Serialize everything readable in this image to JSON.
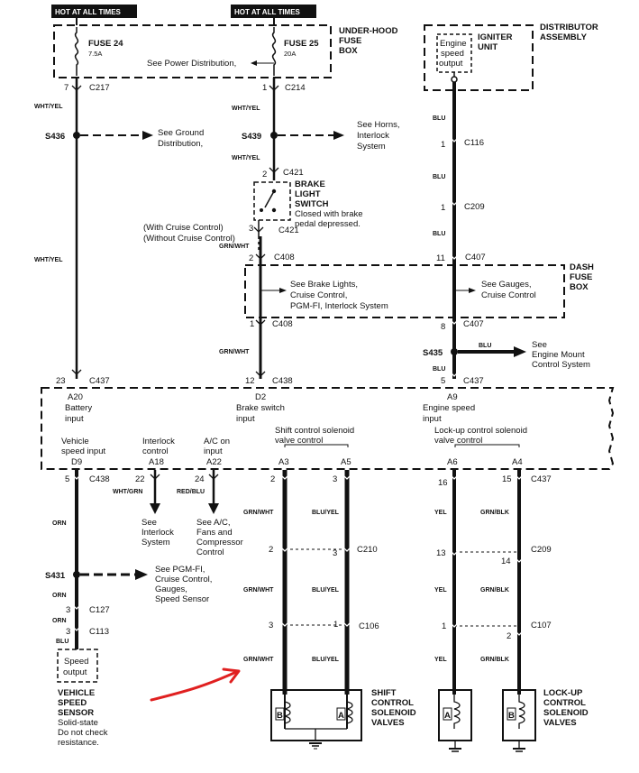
{
  "hot_labels": [
    "HOT AT ALL TIMES",
    "HOT AT ALL TIMES"
  ],
  "fuses": [
    {
      "name": "FUSE 24",
      "rating": "7.5A"
    },
    {
      "name": "FUSE 25",
      "rating": "20A"
    }
  ],
  "underhood_box": [
    "UNDER-HOOD",
    "FUSE",
    "BOX"
  ],
  "see_power": "See Power Distribution,",
  "distributor": {
    "assembly": [
      "DISTRIBUTOR",
      "ASSEMBLY"
    ],
    "igniter": [
      "IGNITER",
      "UNIT"
    ],
    "output": [
      "Engine",
      "speed",
      "output"
    ]
  },
  "connectors": {
    "c217": "C217",
    "pin7": "7",
    "c214": "C214",
    "pin1a": "1",
    "c116": "C116",
    "pin1b": "1",
    "c209a": "C209",
    "pin1c": "1",
    "c421a": "C421",
    "pin2a": "2",
    "c421b": "C421",
    "pin3a": "3",
    "c408a": "C408",
    "pin2b": "2",
    "c407a": "C407",
    "pin11": "11",
    "c408b": "C408",
    "pin1d": "1",
    "c407b": "C407",
    "pin8": "8",
    "c437a": "C437",
    "pin23": "23",
    "c438a": "C438",
    "pin12": "12",
    "c437b": "C437",
    "pin5a": "5"
  },
  "wires": {
    "wht_yel": "WHT/YEL",
    "wht_yel_b": "WHT/YEL",
    "wht_yel_c": "WHT/YEL",
    "wht_yel_d": "WHT/YEL",
    "blu_a": "BLU",
    "blu_b": "BLU",
    "blu_c": "BLU",
    "blu_d": "BLU",
    "blu_e": "BLU",
    "grn_wht_a": "GRN/WHT",
    "grn_wht_b": "GRN/WHT",
    "wht_grn": "WHT/GRN",
    "red_blu": "RED/BLU",
    "orn_a": "ORN",
    "orn_b": "ORN",
    "orn_c": "ORN",
    "blu_f": "BLU"
  },
  "splices": {
    "s436": "S436",
    "s439": "S439",
    "s435": "S435",
    "s431": "S431"
  },
  "refs": {
    "ground": [
      "See Ground",
      "Distribution,"
    ],
    "horns": [
      "See Horns,",
      "Interlock",
      "System"
    ],
    "engine_mount": [
      "See",
      "Engine Mount",
      "Control System"
    ],
    "pgm": [
      "See PGM-FI,",
      "Cruise Control,",
      "Gauges,",
      "Speed Sensor"
    ],
    "interlock": [
      "See",
      "Interlock",
      "System"
    ],
    "ac": [
      "See A/C,",
      "Fans and",
      "Compressor",
      "Control"
    ]
  },
  "brake_switch": {
    "title": [
      "BRAKE",
      "LIGHT",
      "SWITCH"
    ],
    "note": [
      "Closed with brake",
      "pedal depressed."
    ]
  },
  "cruise": [
    "(With Cruise Control)",
    "(Without Cruise Control)"
  ],
  "dash_box": {
    "title": [
      "DASH",
      "FUSE",
      "BOX"
    ],
    "left": [
      "See Brake Lights,",
      "Cruise Control,",
      "PGM-FI, Interlock System"
    ],
    "right": [
      "See Gauges,",
      "Cruise Control"
    ]
  },
  "ecu": {
    "a20": [
      "A20",
      "Battery",
      "input"
    ],
    "d2": [
      "D2",
      "Brake switch",
      "input"
    ],
    "a9": [
      "A9",
      "Engine speed",
      "input"
    ],
    "vsi": [
      "Vehicle",
      "speed input",
      "D9"
    ],
    "a18": [
      "Interlock",
      "control",
      "A18"
    ],
    "a22": [
      "A/C on",
      "input",
      "A22"
    ],
    "shift": [
      "Shift control solenoid",
      "valve control"
    ],
    "lockup": [
      "Lock-up control solenoid",
      "valve control"
    ],
    "a3": "A3",
    "a5": "A5",
    "a6": "A6",
    "a4": "A4"
  },
  "bottom": {
    "c438": "C438",
    "p5": "5",
    "p22": "22",
    "p24": "24",
    "p2a": "2",
    "p3a": "3",
    "p16": "16",
    "p15": "15",
    "c437": "C437",
    "grn_wht_1": "GRN/WHT",
    "blu_yel_1": "BLU/YEL",
    "yel_1": "YEL",
    "grn_blk_1": "GRN/BLK",
    "p2b": "2",
    "p3b": "3",
    "c210": "C210",
    "p13": "13",
    "p14": "14",
    "c209": "C209",
    "grn_wht_2": "GRN/WHT",
    "blu_yel_2": "BLU/YEL",
    "yel_2": "YEL",
    "grn_blk_2": "GRN/BLK",
    "p3c": "3",
    "p1c": "1",
    "c106": "C106",
    "p1d": "1",
    "p2d": "2",
    "c107": "C107",
    "grn_wht_3": "GRN/WHT",
    "blu_yel_3": "BLU/YEL",
    "yel_3": "YEL",
    "grn_blk_3": "GRN/BLK",
    "c127": "C127",
    "p3e": "3",
    "c113": "C113",
    "p3f": "3"
  },
  "vss": {
    "box": [
      "Speed",
      "output"
    ],
    "title": [
      "VEHICLE",
      "SPEED",
      "SENSOR"
    ],
    "note": [
      "Solid-state",
      "Do not check",
      "resistance."
    ]
  },
  "shift_valves": {
    "title": [
      "SHIFT",
      "CONTROL",
      "SOLENOID",
      "VALVES"
    ],
    "b": "B",
    "a": "A"
  },
  "lockup_valves": {
    "title": [
      "LOCK-UP",
      "CONTROL",
      "SOLENOID",
      "VALVES"
    ],
    "a": "A",
    "b": "B"
  },
  "colors": {
    "wire": "#111111",
    "annotation": "#e02020"
  }
}
